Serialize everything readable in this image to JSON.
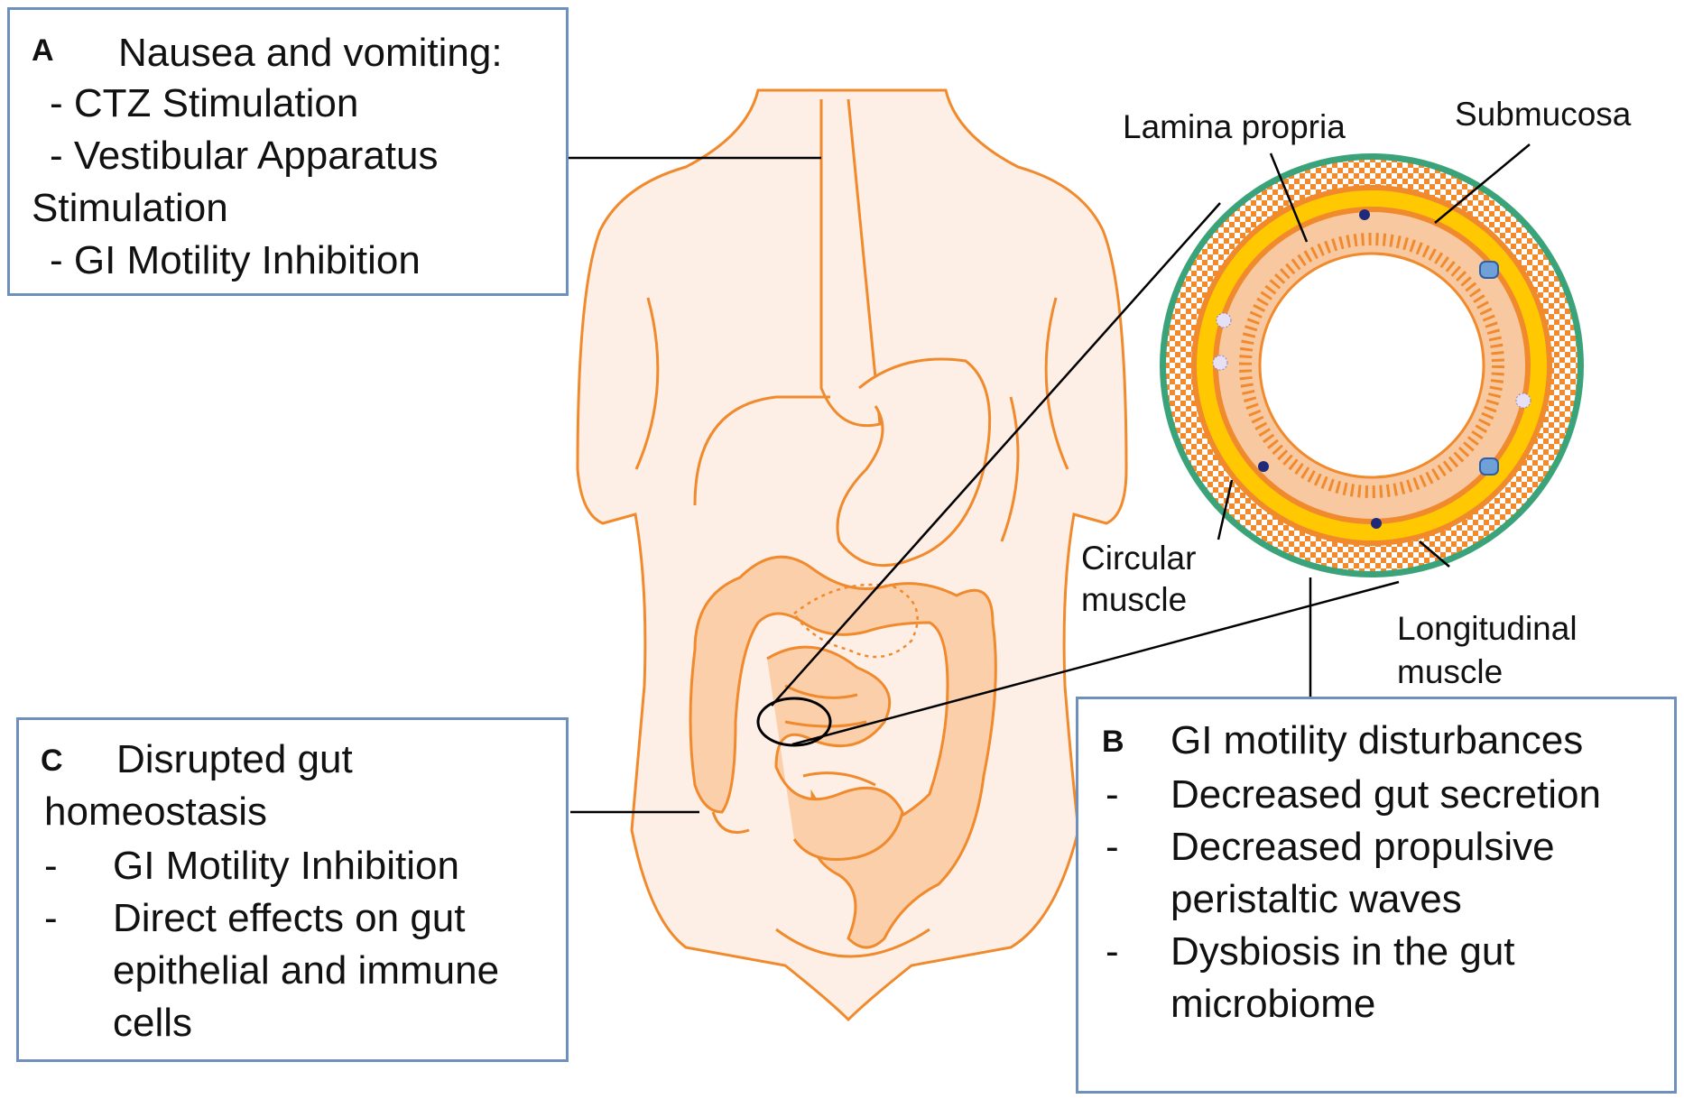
{
  "box_a": {
    "letter": "A",
    "title": "Nausea and vomiting:",
    "items": [
      "- CTZ Stimulation",
      "- Vestibular Apparatus",
      "Stimulation",
      "- GI Motility Inhibition"
    ]
  },
  "box_b": {
    "letter": "B",
    "title": "GI motility disturbances",
    "dash": "-",
    "items": [
      "Decreased gut secretion",
      "Decreased propulsive",
      "peristaltic waves",
      "Dysbiosis in the gut",
      "microbiome"
    ]
  },
  "box_c": {
    "letter": "C",
    "title": "Disrupted gut",
    "title2": "homeostasis",
    "dash": "-",
    "items": [
      "GI Motility Inhibition",
      "Direct effects on gut",
      "epithelial and immune",
      "cells"
    ]
  },
  "cross_section_labels": {
    "lamina_propria": "Lamina propria",
    "submucosa": "Submucosa",
    "circular_muscle_1": "Circular",
    "circular_muscle_2": "muscle",
    "longitudinal_muscle_1": "Longitudinal",
    "longitudinal_muscle_2": "muscle"
  },
  "colors": {
    "body_fill": "#fdeee6",
    "outline": "#f08a2c",
    "intestine_fill": "#fbcfaa",
    "box_border": "#6f8fbd",
    "serosa": "#3aa37a",
    "muscle_yellow": "#ffc800",
    "mucosa": "#f8c9a1",
    "cell_blue": "#6fa0d8"
  }
}
